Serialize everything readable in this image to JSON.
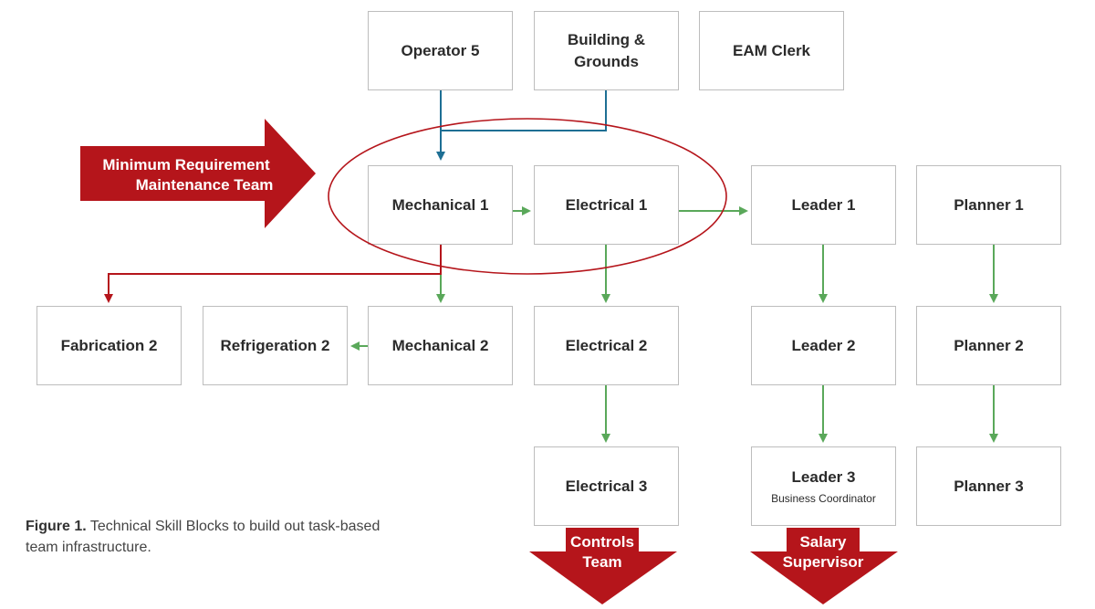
{
  "colors": {
    "box_border": "#bdbdbd",
    "green_arrow": "#5aa85a",
    "blue_arrow": "#1e6f94",
    "red": "#b5151b",
    "text": "#2b2b2b"
  },
  "boxes": {
    "operator5": {
      "label": "Operator 5"
    },
    "building": {
      "label": "Building & Grounds"
    },
    "eam": {
      "label": "EAM Clerk"
    },
    "mech1": {
      "label": "Mechanical 1"
    },
    "elec1": {
      "label": "Electrical 1"
    },
    "leader1": {
      "label": "Leader 1"
    },
    "planner1": {
      "label": "Planner 1"
    },
    "fab2": {
      "label": "Fabrication 2"
    },
    "refrig2": {
      "label": "Refrigeration 2"
    },
    "mech2": {
      "label": "Mechanical 2"
    },
    "elec2": {
      "label": "Electrical 2"
    },
    "leader2": {
      "label": "Leader 2"
    },
    "planner2": {
      "label": "Planner 2"
    },
    "elec3": {
      "label": "Electrical 3"
    },
    "leader3": {
      "label": "Leader 3",
      "sublabel": "Business Coordinator"
    },
    "planner3": {
      "label": "Planner 3"
    }
  },
  "callouts": {
    "min_team": {
      "line1": "Minimum Requirement",
      "line2": "Maintenance Team"
    },
    "controls": {
      "line1": "Controls",
      "line2": "Team"
    },
    "salary": {
      "line1": "Salary",
      "line2": "Supervisor"
    }
  },
  "caption": {
    "prefix": "Figure 1.",
    "text": " Technical Skill Blocks to build out task-based team infrastructure."
  }
}
